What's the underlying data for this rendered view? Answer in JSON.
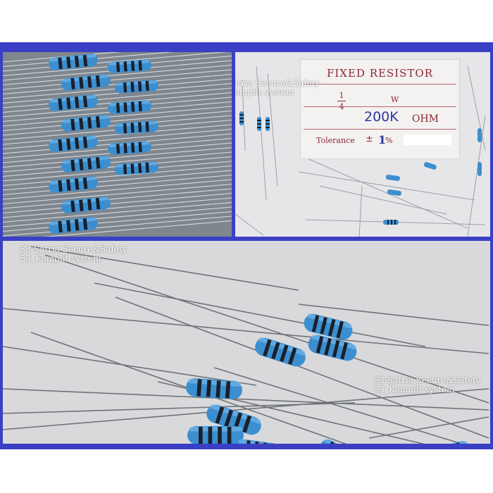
{
  "watermark": {
    "line1": "S3-Satria Secure&Safety",
    "line2": "S3_Komplit system"
  },
  "package_label": {
    "title": "FIXED   RESISTOR",
    "power_numerator": "1",
    "power_denominator": "4",
    "power_unit": "W",
    "value": "200K",
    "unit": "OHM",
    "tolerance_label": "Tolerance",
    "tolerance_sign": "±",
    "tolerance_value": "1",
    "tolerance_percent": "%"
  },
  "colors": {
    "frame": "#3a3fc4",
    "resistor_body": "#3b8fd0",
    "band": "#1b1f2a"
  }
}
